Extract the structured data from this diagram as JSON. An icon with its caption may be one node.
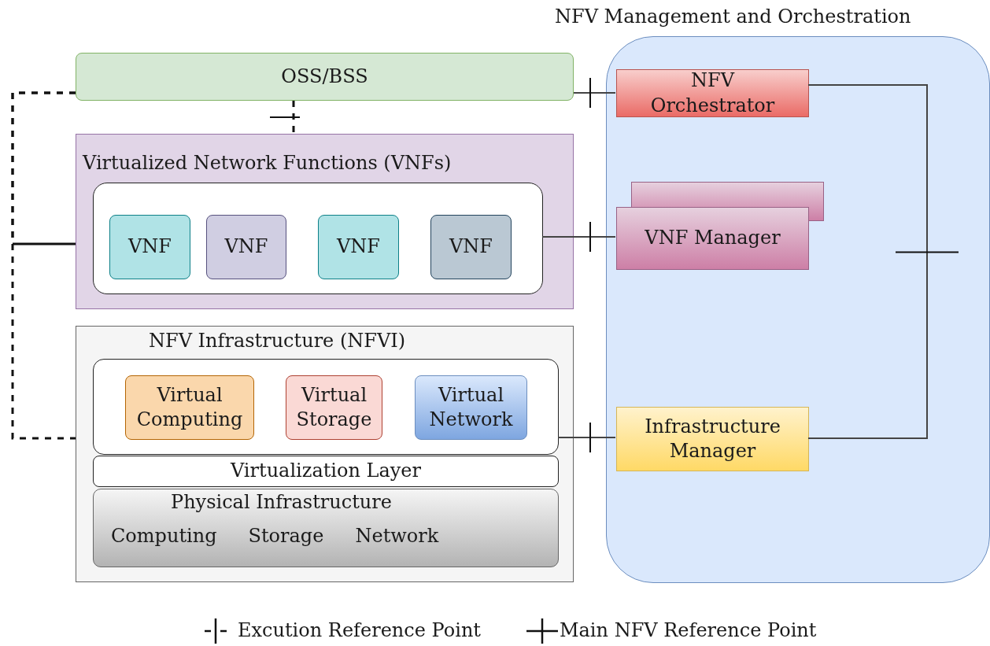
{
  "diagram": {
    "nodes": [
      {
        "text": [
          "NFV Management and Orchestration"
        ]
      },
      {
        "text": [
          "NFV Orchestrator"
        ],
        "in": 0
      },
      {
        "text": [
          "VNF Manager"
        ],
        "in": 0
      },
      {
        "text": [
          "Infrastructure Manager"
        ],
        "in": 0
      },
      {
        "text": [
          "OSS/BSS"
        ]
      },
      {
        "text": [
          "Virtualized Network Functions (VNFs)"
        ]
      },
      {
        "text": [],
        "shape": "box",
        "in": 5
      },
      {
        "text": [
          "VNF"
        ],
        "in": 6
      },
      {
        "text": [
          "VNF"
        ],
        "in": 6
      },
      {
        "text": [
          "VNF"
        ],
        "in": 6
      },
      {
        "text": [
          "VNF"
        ],
        "in": 6
      },
      {
        "text": [
          "NFV Infrastructure (NFVI)"
        ]
      },
      {
        "text": [],
        "shape": "box",
        "in": 11
      },
      {
        "text": [
          "Virtual Computing"
        ],
        "in": 12
      },
      {
        "text": [
          "Virtual Storage"
        ],
        "in": 12
      },
      {
        "text": [
          "Virtual Network"
        ],
        "in": 12
      },
      {
        "text": [
          "Virtualization Layer"
        ],
        "in": 11
      },
      {
        "text": [
          "Physical Infrastructure",
          "Computing",
          "Storage",
          "Network"
        ],
        "in": 11
      }
    ],
    "edges": [
      {
        "from": 4,
        "to": 1,
        "arrow": "none"
      },
      {
        "from": 6,
        "to": 2,
        "arrow": "none"
      },
      {
        "from": 12,
        "to": 3,
        "arrow": "none"
      },
      {
        "from": 1,
        "to": 3,
        "arrow": "none"
      },
      {
        "from": 4,
        "to": 11,
        "arrow": "none",
        "style": "dashed"
      },
      {
        "from": 4,
        "to": 5,
        "arrow": "none",
        "style": "dashed"
      },
      {
        "from": 4,
        "to": 5,
        "arrow": "none",
        "style": "dashed"
      }
    ],
    "legend": [
      {
        "text": "Excution Reference Point"
      },
      {
        "text": "Main NFV Reference Point"
      }
    ]
  }
}
